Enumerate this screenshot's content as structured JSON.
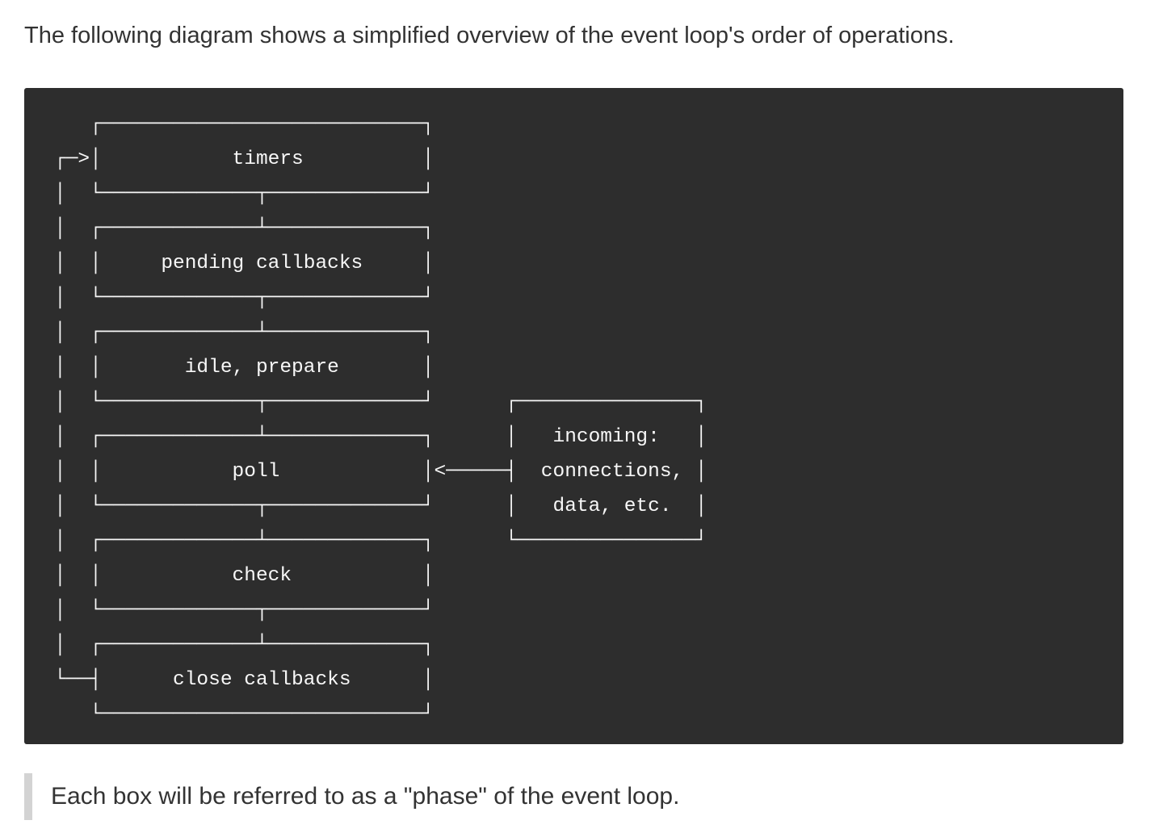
{
  "intro": {
    "text": "The following diagram shows a simplified overview of the event loop's order of operations."
  },
  "diagram": {
    "ascii_lines": [
      "   ┌───────────────────────────┐",
      "┌─>│           timers          │",
      "│  └─────────────┬─────────────┘",
      "│  ┌─────────────┴─────────────┐",
      "│  │     pending callbacks     │",
      "│  └─────────────┬─────────────┘",
      "│  ┌─────────────┴─────────────┐",
      "│  │       idle, prepare       │",
      "│  └─────────────┬─────────────┘      ┌───────────────┐",
      "│  ┌─────────────┴─────────────┐      │   incoming:   │",
      "│  │           poll            │<─────┤  connections, │",
      "│  └─────────────┬─────────────┘      │   data, etc.  │",
      "│  ┌─────────────┴─────────────┐      └───────────────┘",
      "│  │           check           │",
      "│  └─────────────┬─────────────┘",
      "│  ┌─────────────┴─────────────┐",
      "└──┤      close callbacks      │",
      "   └───────────────────────────┘"
    ],
    "phases": [
      "timers",
      "pending callbacks",
      "idle, prepare",
      "poll",
      "check",
      "close callbacks"
    ],
    "side_box_lines": [
      "incoming:",
      "connections,",
      "data, etc."
    ],
    "colors": {
      "block_background": "#2d2d2d",
      "text": "#f7f7f7"
    }
  },
  "quote": {
    "text": "Each box will be referred to as a \"phase\" of the event loop."
  }
}
